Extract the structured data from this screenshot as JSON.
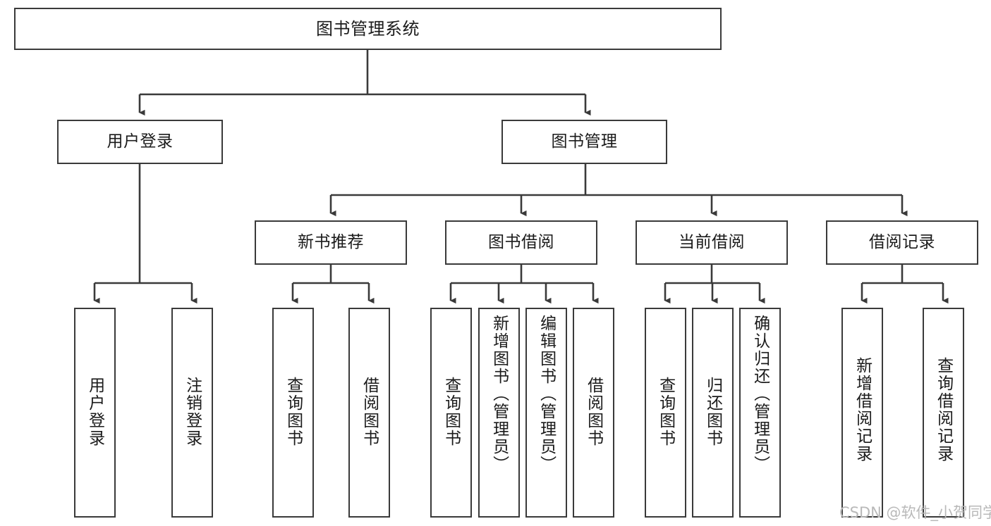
{
  "diagram": {
    "title": "图书管理系统",
    "watermark": "CSDN @软件_小贺同学",
    "line_color": "#3a3a3a",
    "box_fill": "#ffffff",
    "text_color": "#1b1b1b",
    "watermark_color": "#b9b9b9"
  },
  "nodes": {
    "root": {
      "label": "图书管理系统"
    },
    "tier1": [
      {
        "label": "用户登录"
      },
      {
        "label": "图书管理"
      }
    ],
    "tier2": [
      {
        "label": "新书推荐"
      },
      {
        "label": "图书借阅"
      },
      {
        "label": "当前借阅"
      },
      {
        "label": "借阅记录"
      }
    ],
    "leaves": {
      "user_login": [
        {
          "label": "用户登录"
        },
        {
          "label": "注销登录"
        }
      ],
      "new_book_recommend": [
        {
          "label": "查询图书"
        },
        {
          "label": "借阅图书"
        }
      ],
      "book_borrow": [
        {
          "label": "查询图书"
        },
        {
          "label": "新增图书（管理员）"
        },
        {
          "label": "编辑图书（管理员）"
        },
        {
          "label": "借阅图书"
        }
      ],
      "current_borrow": [
        {
          "label": "查询图书"
        },
        {
          "label": "归还图书"
        },
        {
          "label": "确认归还（管理员）"
        }
      ],
      "borrow_record": [
        {
          "label": "新增借阅记录"
        },
        {
          "label": "查询借阅记录"
        }
      ]
    }
  }
}
